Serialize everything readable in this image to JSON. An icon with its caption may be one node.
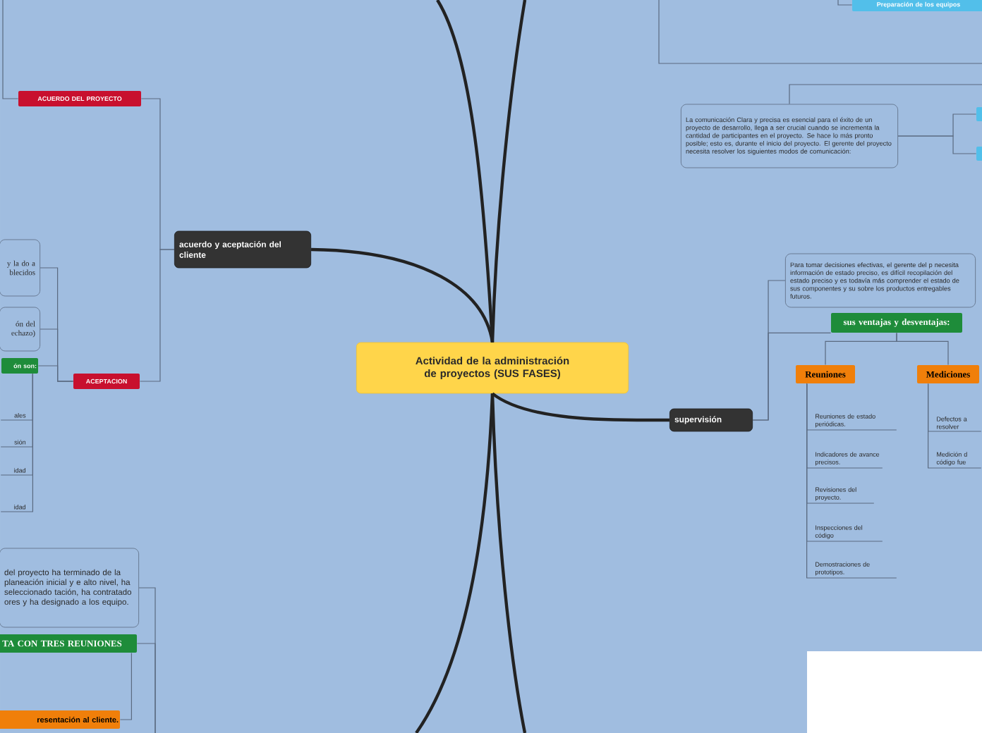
{
  "diagram": {
    "nodes": [
      {
        "text": [
          "Actividad de la administración de proyectos (SUS FASES)"
        ]
      },
      {
        "text": [
          "acuerdo y aceptación del cliente"
        ]
      },
      {
        "text": [
          "ACUERDO DEL PROYECTO"
        ]
      },
      {
        "text": [
          "ACEPTACION"
        ]
      },
      {
        "text": [
          "y la do a blecidos"
        ]
      },
      {
        "text": [
          "ón del echazo)"
        ]
      },
      {
        "text": [
          "ón son:"
        ]
      },
      {
        "text": [
          "ales"
        ]
      },
      {
        "text": [
          "sión"
        ]
      },
      {
        "text": [
          "idad"
        ]
      },
      {
        "text": [
          "idad"
        ]
      },
      {
        "text": [
          "del proyecto ha terminado de la planeación inicial y e alto nivel, ha seleccionado tación, ha contratado ores y ha designado a los equipo."
        ]
      },
      {
        "text": [
          "TA CON TRES REUNIONES"
        ]
      },
      {
        "text": [
          "resentación al cliente."
        ]
      },
      {
        "text": [
          "Preparación de los equipos"
        ]
      },
      {
        "text": [
          "La comunicación Clara y precisa es esencial para el éxito de un proyecto de desarrollo, llega a ser crucial cuando se incrementa la cantidad de participantes en el proyecto. Se hace lo más pronto posible; esto es, durante el inicio del proyecto. El gerente del proyecto necesita resolver los siguientes modos de comunicación:"
        ]
      },
      {
        "text": [],
        "shape": "box"
      },
      {
        "text": [],
        "shape": "box"
      },
      {
        "text": [
          "supervisión"
        ]
      },
      {
        "text": [
          "Para tomar decisiones efectivas, el gerente del p necesita información de estado preciso, es difícil recopilación del estado preciso y es todavía más comprender el estado de sus componentes y su sobre los productos entregables futuros."
        ]
      },
      {
        "text": [
          "sus ventajas y desventajas:"
        ]
      },
      {
        "text": [
          "Reuniones"
        ]
      },
      {
        "text": [
          "Mediciones"
        ]
      },
      {
        "text": [
          "Reuniones de estado periódicas."
        ]
      },
      {
        "text": [
          "Indicadores de avance precisos."
        ]
      },
      {
        "text": [
          "Revisiones del proyecto."
        ]
      },
      {
        "text": [
          "Inspecciones del código"
        ]
      },
      {
        "text": [
          "Demostraciones de prototipos."
        ]
      },
      {
        "text": [
          "Defectos a resolver"
        ]
      },
      {
        "text": [
          "Medición d código fue"
        ]
      }
    ],
    "edges": [
      {
        "from": 0,
        "to": 1,
        "arrow": "none",
        "style": "thick",
        "color": "#222222"
      },
      {
        "from": 0,
        "to": 18,
        "arrow": "none",
        "style": "thick",
        "color": "#222222"
      },
      {
        "from": 0,
        "to": null,
        "arrow": "none",
        "style": "thick",
        "color": "#222222"
      },
      {
        "from": 0,
        "to": null,
        "arrow": "none",
        "style": "thick",
        "color": "#222222"
      },
      {
        "from": 0,
        "to": null,
        "arrow": "none",
        "style": "thick",
        "color": "#222222"
      },
      {
        "from": 0,
        "to": null,
        "arrow": "none",
        "style": "thick",
        "color": "#222222"
      },
      {
        "from": 1,
        "to": 2,
        "arrow": "none"
      },
      {
        "from": 1,
        "to": 3,
        "arrow": "none"
      },
      {
        "from": 3,
        "to": 4,
        "arrow": "none"
      },
      {
        "from": 3,
        "to": 5,
        "arrow": "none"
      },
      {
        "from": 3,
        "to": 6,
        "arrow": "none"
      },
      {
        "from": 6,
        "to": 7,
        "arrow": "none"
      },
      {
        "from": 6,
        "to": 8,
        "arrow": "none"
      },
      {
        "from": 6,
        "to": 9,
        "arrow": "none"
      },
      {
        "from": 6,
        "to": 10,
        "arrow": "none"
      },
      {
        "from": null,
        "to": 2,
        "arrow": "none"
      },
      {
        "from": null,
        "to": 11,
        "arrow": "none"
      },
      {
        "from": null,
        "to": 12,
        "arrow": "none"
      },
      {
        "from": 12,
        "to": 13,
        "arrow": "none"
      },
      {
        "from": null,
        "to": 14,
        "arrow": "none"
      },
      {
        "from": null,
        "to": 15,
        "arrow": "none"
      },
      {
        "from": 15,
        "to": 16,
        "arrow": "none"
      },
      {
        "from": 15,
        "to": 17,
        "arrow": "none"
      },
      {
        "from": 18,
        "to": 19,
        "arrow": "none"
      },
      {
        "from": 18,
        "to": 20,
        "arrow": "none"
      },
      {
        "from": 20,
        "to": 21,
        "arrow": "none"
      },
      {
        "from": 20,
        "to": 22,
        "arrow": "none"
      },
      {
        "from": 21,
        "to": 23,
        "arrow": "none"
      },
      {
        "from": 21,
        "to": 24,
        "arrow": "none"
      },
      {
        "from": 21,
        "to": 25,
        "arrow": "none"
      },
      {
        "from": 21,
        "to": 26,
        "arrow": "none"
      },
      {
        "from": 21,
        "to": 27,
        "arrow": "none"
      },
      {
        "from": 22,
        "to": 28,
        "arrow": "none"
      },
      {
        "from": 22,
        "to": 29,
        "arrow": "none"
      }
    ]
  }
}
